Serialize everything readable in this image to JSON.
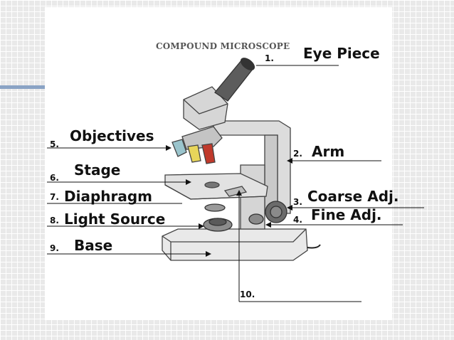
{
  "title": "COMPOUND MICROSCOPE",
  "labels": [
    {
      "number": "1.",
      "name": "Eye Piece"
    },
    {
      "number": "2.",
      "name": "Arm"
    },
    {
      "number": "3.",
      "name": "Coarse Adj."
    },
    {
      "number": "4.",
      "name": "Fine Adj."
    },
    {
      "number": "5.",
      "name": "Objectives"
    },
    {
      "number": "6.",
      "name": "Stage"
    },
    {
      "number": "7.",
      "name": "Diaphragm"
    },
    {
      "number": "8.",
      "name": "Light Source"
    },
    {
      "number": "9.",
      "name": "Base"
    },
    {
      "number": "10.",
      "name": ""
    }
  ]
}
